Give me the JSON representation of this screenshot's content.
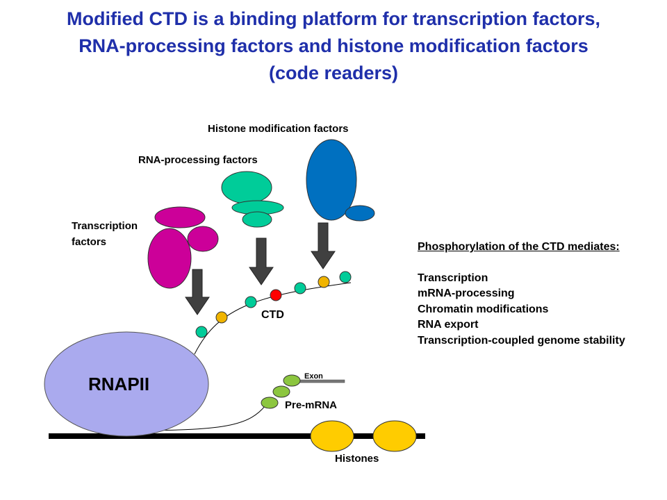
{
  "title": {
    "lines": [
      "Modified CTD is a binding platform for transcription factors,",
      "RNA-processing factors and histone modification factors",
      "(code readers)"
    ]
  },
  "labels": {
    "histone_modification_factors": "Histone modification factors",
    "rna_processing_factors": "RNA-processing factors",
    "transcription_factors_line1": "Transcription",
    "transcription_factors_line2": "factors",
    "ctd": "CTD",
    "rnapii": "RNAPII",
    "exon": "Exon",
    "pre_mrna": "Pre-mRNA",
    "histones": "Histones"
  },
  "side_panel": {
    "heading": "Phosphorylation of the CTD mediates",
    "heading_suffix": ":",
    "items": [
      "Transcription",
      "mRNA-processing",
      "Chromatin modifications",
      "RNA export",
      "Transcription-coupled genome stability"
    ]
  },
  "colors": {
    "title": "#1f2faa",
    "transcription_factor": "#cc0099",
    "rna_processing_factor": "#00cc99",
    "histone_mod_factor": "#0070c0",
    "rnapii": "#aaaaee",
    "histone": "#ffcc00",
    "pre_mrna_bead": "#8cc63f",
    "ctd_green": "#00cc99",
    "ctd_orange": "#f0b400",
    "ctd_red": "#ff0000",
    "arrow": "#404040"
  }
}
